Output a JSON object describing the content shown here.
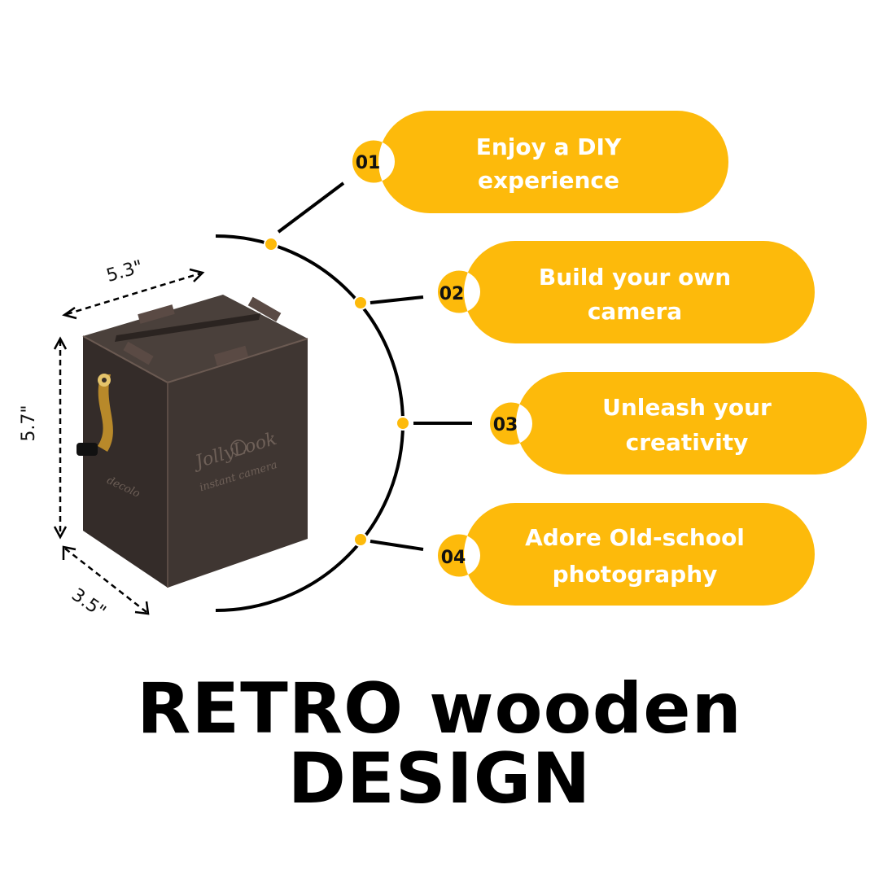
{
  "colors": {
    "accent": "#FDBA0B",
    "text_on_accent": "#ffffff",
    "ink": "#111111",
    "wood": "#3f3632"
  },
  "features": [
    {
      "number": "01",
      "line1": "Enjoy a DIY",
      "line2": "experience"
    },
    {
      "number": "02",
      "line1": "Build your own",
      "line2": "camera"
    },
    {
      "number": "03",
      "line1": "Unleash your",
      "line2": "creativity"
    },
    {
      "number": "04",
      "line1": "Adore Old-school",
      "line2": "photography"
    }
  ],
  "dimensions": {
    "width": "5.3\"",
    "height": "5.7\"",
    "depth": "3.5\""
  },
  "camera": {
    "brand": "JollyLook",
    "subtitle": "instant camera",
    "product": "decolo"
  },
  "headline": {
    "line1": "RETRO wooden",
    "line2": "DESIGN"
  }
}
